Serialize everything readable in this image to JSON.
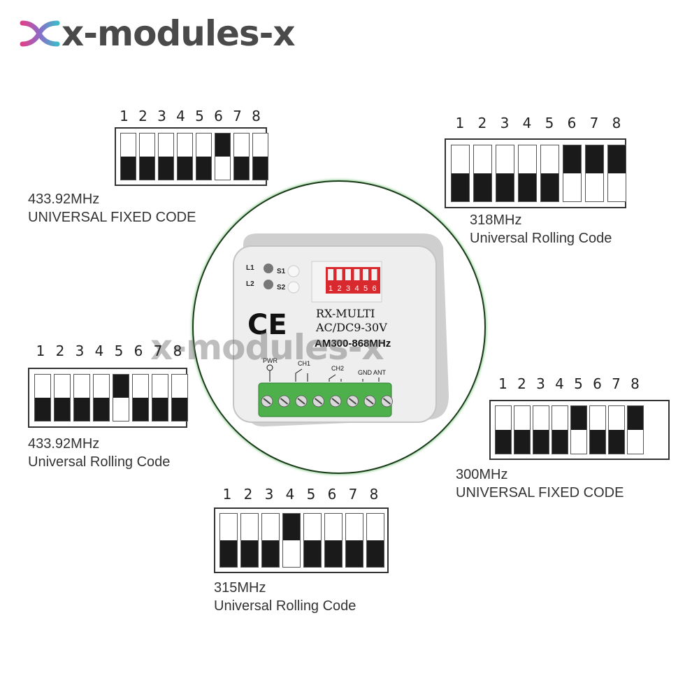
{
  "brand": {
    "name": "x-modules-x",
    "watermark": "x-modules-x",
    "colors": {
      "text": "#4a4a4a",
      "gradient_start": "#e0408a",
      "gradient_end": "#3fb9c8"
    }
  },
  "panels": [
    {
      "id": "p433-fixed",
      "frequency": "433.92MHz",
      "mode": "UNIVERSAL FIXED CODE",
      "numbers": [
        "1",
        "2",
        "3",
        "4",
        "5",
        "6",
        "7",
        "8"
      ],
      "on_switches": [
        6
      ]
    },
    {
      "id": "p318-rolling",
      "frequency": "318MHz",
      "mode": "Universal Rolling Code",
      "numbers": [
        "1",
        "2",
        "3",
        "4",
        "5",
        "6",
        "7",
        "8"
      ],
      "on_switches": [
        6,
        7,
        8
      ]
    },
    {
      "id": "p433-rolling",
      "frequency": "433.92MHz",
      "mode": "Universal Rolling Code",
      "numbers": [
        "1",
        "2",
        "3",
        "4",
        "5",
        "6",
        "7",
        "8"
      ],
      "on_switches": [
        5
      ]
    },
    {
      "id": "p300-fixed",
      "frequency": "300MHz",
      "mode": "UNIVERSAL FIXED CODE",
      "numbers": [
        "1",
        "2",
        "3",
        "4",
        "5",
        "6",
        "7",
        "8"
      ],
      "on_switches": [
        5,
        8
      ]
    },
    {
      "id": "p315-rolling",
      "frequency": "315MHz",
      "mode": "Universal Rolling Code",
      "numbers": [
        "1",
        "2",
        "3",
        "4",
        "5",
        "6",
        "7",
        "8"
      ],
      "on_switches": [
        4
      ]
    }
  ],
  "device": {
    "model": "RX-MULTI",
    "voltage": "AC/DC9-30V",
    "frequency_range": "AM300-868MHz",
    "ce_mark": "CE",
    "led_labels": [
      "L1",
      "L2"
    ],
    "button_labels": [
      "S1",
      "S2"
    ],
    "dip_numbers": [
      "1",
      "2",
      "3",
      "4",
      "5",
      "6"
    ],
    "terminal_labels": {
      "pwr": "PWR",
      "ch1": "CH1",
      "ch2": "CH2",
      "gnd": "GND",
      "ant": "ANT"
    },
    "colors": {
      "body": "#e9e9e9",
      "terminal": "#4db04a",
      "dip": "#d8292e"
    }
  }
}
